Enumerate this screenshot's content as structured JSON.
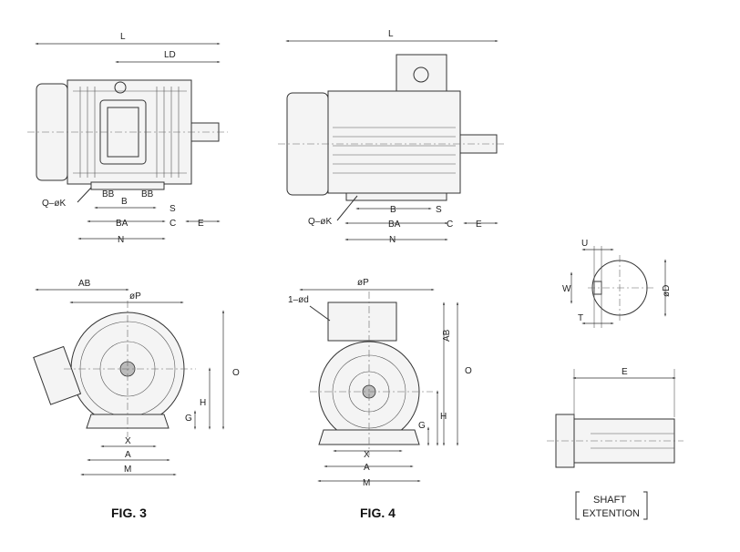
{
  "fig3": {
    "title": "FIG. 3",
    "side": {
      "L": "L",
      "LD": "LD",
      "B": "B",
      "BB1": "BB",
      "BB2": "BB",
      "S": "S",
      "BA": "BA",
      "C": "C",
      "E": "E",
      "N": "N",
      "QK": "Q–øK"
    },
    "front": {
      "AB": "AB",
      "P": "øP",
      "O": "O",
      "H": "H",
      "G": "G",
      "X": "X",
      "A": "A",
      "M": "M"
    }
  },
  "fig4": {
    "title": "FIG. 4",
    "side": {
      "L": "L",
      "B": "B",
      "S": "S",
      "BA": "BA",
      "C": "C",
      "E": "E",
      "N": "N",
      "QK": "Q–øK"
    },
    "front": {
      "d": "1–ød",
      "P": "øP",
      "AB": "AB",
      "O": "O",
      "H": "H",
      "G": "G",
      "X": "X",
      "A": "A",
      "M": "M"
    }
  },
  "shaft": {
    "U": "U",
    "W": "W",
    "T": "T",
    "D": "øD",
    "E": "E",
    "caption_line1": "SHAFT",
    "caption_line2": "EXTENTION"
  }
}
